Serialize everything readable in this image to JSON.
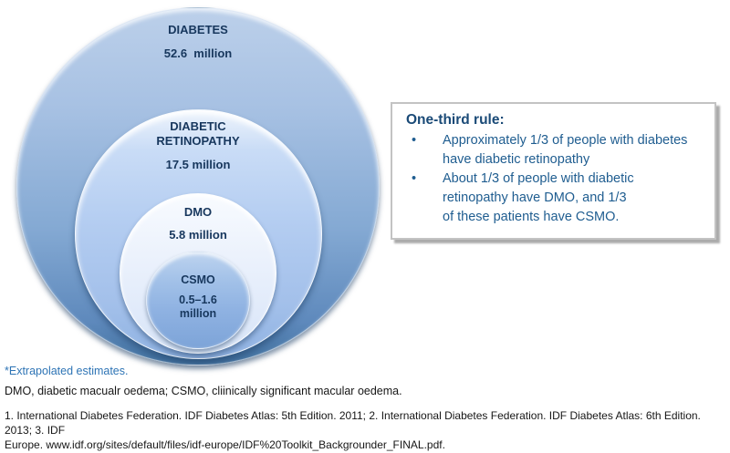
{
  "diagram": {
    "rings": [
      {
        "id": "diabetes",
        "label": "DIABETES",
        "value": "52.6  million"
      },
      {
        "id": "diabetic-retinopathy",
        "label": "DIABETIC\nRETINOPATHY",
        "value": "17.5 million"
      },
      {
        "id": "dmo",
        "label": "DMO",
        "value": "5.8 million"
      },
      {
        "id": "csmo",
        "label": "CSMO",
        "value": "0.5–1.6\nmillion"
      }
    ]
  },
  "info_box": {
    "title": "One-third rule:",
    "bullets": [
      "Approximately 1/3 of people with diabetes\nhave diabetic retinopathy",
      "About 1/3 of people with diabetic\nretinopathy have DMO, and 1/3\nof these patients have CSMO."
    ]
  },
  "footnotes": {
    "extrapolated": "*Extrapolated estimates.",
    "abbreviations": "DMO, diabetic macualr oedema; CSMO, cliinically significant macular oedema.",
    "references": "1. International Diabetes Federation. IDF Diabetes Atlas: 5th Edition. 2011; 2. International Diabetes Federation. IDF Diabetes Atlas: 6th Edition. 2013; 3. IDF\nEurope. www.idf.org/sites/default/files/idf-europe/IDF%20Toolkit_Backgrounder_FINAL.pdf."
  },
  "colors": {
    "ring_outer_bottom": "#41719f",
    "ring_outer_top": "#bcd0ea",
    "ring_retinopathy": "#b4cdf1",
    "ring_dmo": "#ecf2fc",
    "ring_csmo": "#8fb2e2",
    "ring_label_text": "#17375d",
    "info_text": "#1f5d90",
    "extrapolated_text": "#2e74b5",
    "footnote_text": "#161616"
  }
}
